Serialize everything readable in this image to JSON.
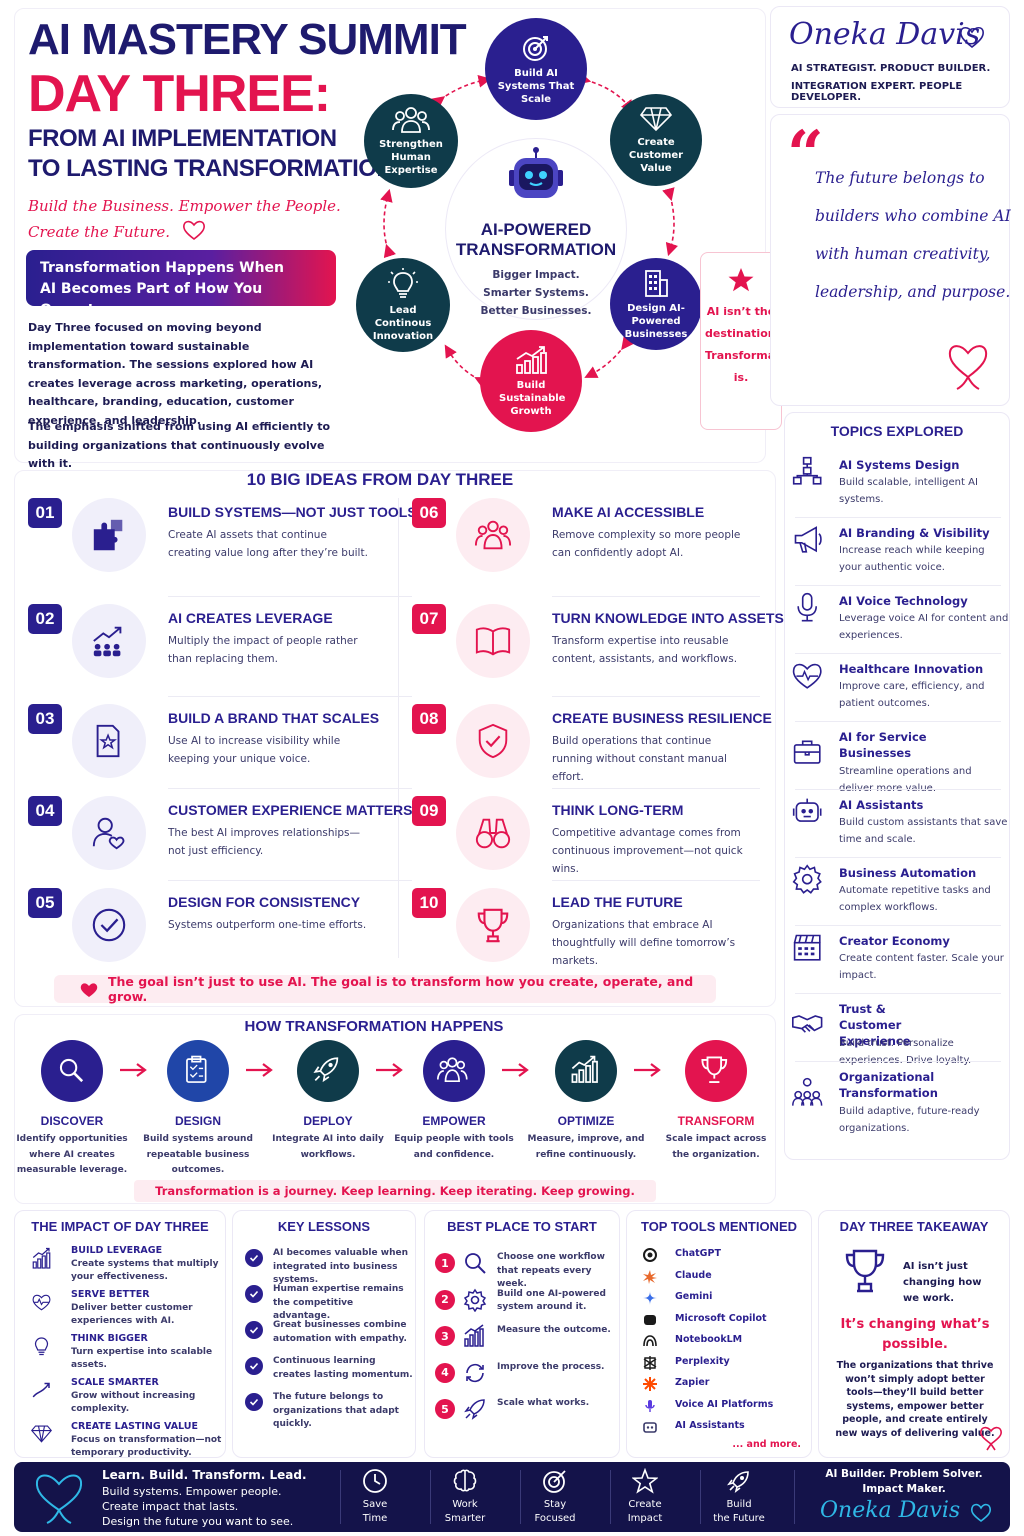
{
  "header": {
    "title_line1": "AI MASTERY SUMMIT",
    "title_line2": "DAY THREE:",
    "subtitle_line1": "FROM AI IMPLEMENTATION",
    "subtitle_line2": "TO LASTING TRANSFORMATION",
    "tagline_line1": "Build the Business. Empower the People.",
    "tagline_line2": "Create the Future.",
    "banner_line1": "Transformation Happens When",
    "banner_line2": "AI Becomes Part of How You Operate.",
    "para1": "Day Three focused on moving beyond implementation toward sustainable transformation. The sessions explored how AI creates leverage across marketing, operations, healthcare, branding, education, customer experience, and leadership.",
    "para2": "The emphasis shifted from using AI efficiently to building organizations that continuously evolve with it."
  },
  "diagram": {
    "center_title1": "AI-POWERED",
    "center_title2": "TRANSFORMATION",
    "center_sub1": "Bigger Impact.",
    "center_sub2": "Smarter Systems.",
    "center_sub3": "Better Businesses.",
    "nodes": [
      {
        "label": "Build AI Systems That Scale",
        "icon": "target-icon"
      },
      {
        "label": "Create Customer Value",
        "icon": "diamond-icon"
      },
      {
        "label": "Design AI-Powered Businesses",
        "icon": "building-icon"
      },
      {
        "label": "Build Sustainable Growth",
        "icon": "growth-chart-icon"
      },
      {
        "label": "Lead Continous Innovation",
        "icon": "lightbulb-icon"
      },
      {
        "label": "Strengthen Human Expertise",
        "icon": "people-icon"
      }
    ],
    "callout": "AI isn’t the destination. Transformation is."
  },
  "author": {
    "name": "Oneka Davis",
    "roles_line1": "AI STRATEGIST. PRODUCT BUILDER.",
    "roles_line2": "INTEGRATION EXPERT. PEOPLE DEVELOPER."
  },
  "quote": {
    "mark": "“",
    "line1": "The future belongs to",
    "line2": "builders who combine AI",
    "line3": "with human creativity,",
    "line4": "leadership, and purpose."
  },
  "big_ideas": {
    "title": "10 BIG IDEAS FROM DAY THREE",
    "items": [
      {
        "num": "01",
        "title": "BUILD SYSTEMS—NOT JUST TOOLS",
        "text": "Create AI assets that continue creating value long after they’re built."
      },
      {
        "num": "02",
        "title": "AI CREATES LEVERAGE",
        "text": "Multiply the impact of people rather than replacing them."
      },
      {
        "num": "03",
        "title": "BUILD A BRAND THAT SCALES",
        "text": "Use AI to increase visibility while keeping your unique voice."
      },
      {
        "num": "04",
        "title": "CUSTOMER EXPERIENCE MATTERS",
        "text": "The best AI improves relationships—not just efficiency."
      },
      {
        "num": "05",
        "title": "DESIGN FOR CONSISTENCY",
        "text": "Systems outperform one-time efforts."
      },
      {
        "num": "06",
        "title": "MAKE AI ACCESSIBLE",
        "text": "Remove complexity so more people can confidently adopt AI."
      },
      {
        "num": "07",
        "title": "TURN KNOWLEDGE INTO ASSETS",
        "text": "Transform expertise into reusable content, assistants, and workflows."
      },
      {
        "num": "08",
        "title": "CREATE BUSINESS RESILIENCE",
        "text": "Build operations that continue running without constant manual effort."
      },
      {
        "num": "09",
        "title": "THINK LONG-TERM",
        "text": "Competitive advantage comes from continuous improvement—not quick wins."
      },
      {
        "num": "10",
        "title": "LEAD THE FUTURE",
        "text": "Organizations that embrace AI thoughtfully will define tomorrow’s markets."
      }
    ],
    "goal": "The goal isn’t just to use AI. The goal is to transform how you create, operate, and grow."
  },
  "topics": {
    "title": "TOPICS EXPLORED",
    "items": [
      {
        "title": "AI Systems Design",
        "text": "Build scalable, intelligent AI systems."
      },
      {
        "title": "AI Branding & Visibility",
        "text": "Increase reach while keeping your authentic voice."
      },
      {
        "title": "AI Voice Technology",
        "text": "Leverage voice AI for content and experiences."
      },
      {
        "title": "Healthcare Innovation",
        "text": "Improve care, efficiency, and patient outcomes."
      },
      {
        "title": "AI for Service Businesses",
        "text": "Streamline operations and deliver more value."
      },
      {
        "title": "AI Assistants",
        "text": "Build custom assistants that save time and scale."
      },
      {
        "title": "Business Automation",
        "text": "Automate repetitive tasks and complex workflows."
      },
      {
        "title": "Creator Economy",
        "text": "Create content faster. Scale your impact."
      },
      {
        "title": "Trust & Customer Experience",
        "text": "Build trust. Personalize experiences. Drive loyalty."
      },
      {
        "title": "Organizational Transformation",
        "text": "Build adaptive, future-ready organizations."
      }
    ]
  },
  "process": {
    "title": "HOW TRANSFORMATION HAPPENS",
    "steps": [
      {
        "title": "DISCOVER",
        "text": "Identify opportunities where AI creates measurable leverage."
      },
      {
        "title": "DESIGN",
        "text": "Build systems around repeatable business outcomes."
      },
      {
        "title": "DEPLOY",
        "text": "Integrate AI into daily workflows."
      },
      {
        "title": "EMPOWER",
        "text": "Equip people with tools and confidence."
      },
      {
        "title": "OPTIMIZE",
        "text": "Measure, improve, and refine continuously."
      },
      {
        "title": "TRANSFORM",
        "text": "Scale impact across the organization."
      }
    ],
    "journey": "Transformation is a journey. Keep learning. Keep iterating. Keep growing."
  },
  "impact": {
    "title": "THE IMPACT OF DAY THREE",
    "items": [
      {
        "title": "BUILD LEVERAGE",
        "text": "Create systems that multiply your effectiveness."
      },
      {
        "title": "SERVE BETTER",
        "text": "Deliver better customer experiences with AI."
      },
      {
        "title": "THINK BIGGER",
        "text": "Turn expertise into scalable assets."
      },
      {
        "title": "SCALE SMARTER",
        "text": "Grow without increasing complexity."
      },
      {
        "title": "CREATE LASTING VALUE",
        "text": "Focus on transformation—not temporary productivity."
      }
    ]
  },
  "lessons": {
    "title": "KEY LESSONS",
    "items": [
      "AI becomes valuable when integrated into business systems.",
      "Human expertise remains the competitive advantage.",
      "Great businesses combine automation with empathy.",
      "Continuous learning creates lasting momentum.",
      "The future belongs to organizations that adapt quickly."
    ]
  },
  "start": {
    "title": "BEST PLACE TO START",
    "items": [
      {
        "num": "1",
        "text": "Choose one workflow that repeats every week."
      },
      {
        "num": "2",
        "text": "Build one AI-powered system around it."
      },
      {
        "num": "3",
        "text": "Measure the outcome."
      },
      {
        "num": "4",
        "text": "Improve the process."
      },
      {
        "num": "5",
        "text": "Scale what works."
      }
    ]
  },
  "tools": {
    "title": "TOP TOOLS MENTIONED",
    "items": [
      "ChatGPT",
      "Claude",
      "Gemini",
      "Microsoft Copilot",
      "NotebookLM",
      "Perplexity",
      "Zapier",
      "Voice AI Platforms",
      "AI Assistants"
    ],
    "more": "... and more."
  },
  "takeaway": {
    "title": "DAY THREE TAKEAWAY",
    "line1": "AI isn’t just changing how we work.",
    "highlight": "It’s changing what’s possible.",
    "text": "The organizations that thrive won’t simply adopt better tools—they’ll build better systems, empower better people, and create entirely new ways of delivering value."
  },
  "footer": {
    "line1": "Learn. Build. Transform. Lead.",
    "line2": "Build systems. Empower people.",
    "line3": "Create impact that lasts.",
    "line4": "Design the future you want to see.",
    "items": [
      {
        "l1": "Save",
        "l2": "Time"
      },
      {
        "l1": "Work",
        "l2": "Smarter"
      },
      {
        "l1": "Stay",
        "l2": "Focused"
      },
      {
        "l1": "Create",
        "l2": "Impact"
      },
      {
        "l1": "Build",
        "l2": "the Future"
      }
    ],
    "right_line1": "AI Builder. Problem Solver.",
    "right_line2": "Impact Maker.",
    "signature": "Oneka Davis"
  },
  "colors": {
    "navy": "#2a1f8f",
    "pink": "#e3144f",
    "teal": "#0f3b4a",
    "footer": "#14134a"
  }
}
